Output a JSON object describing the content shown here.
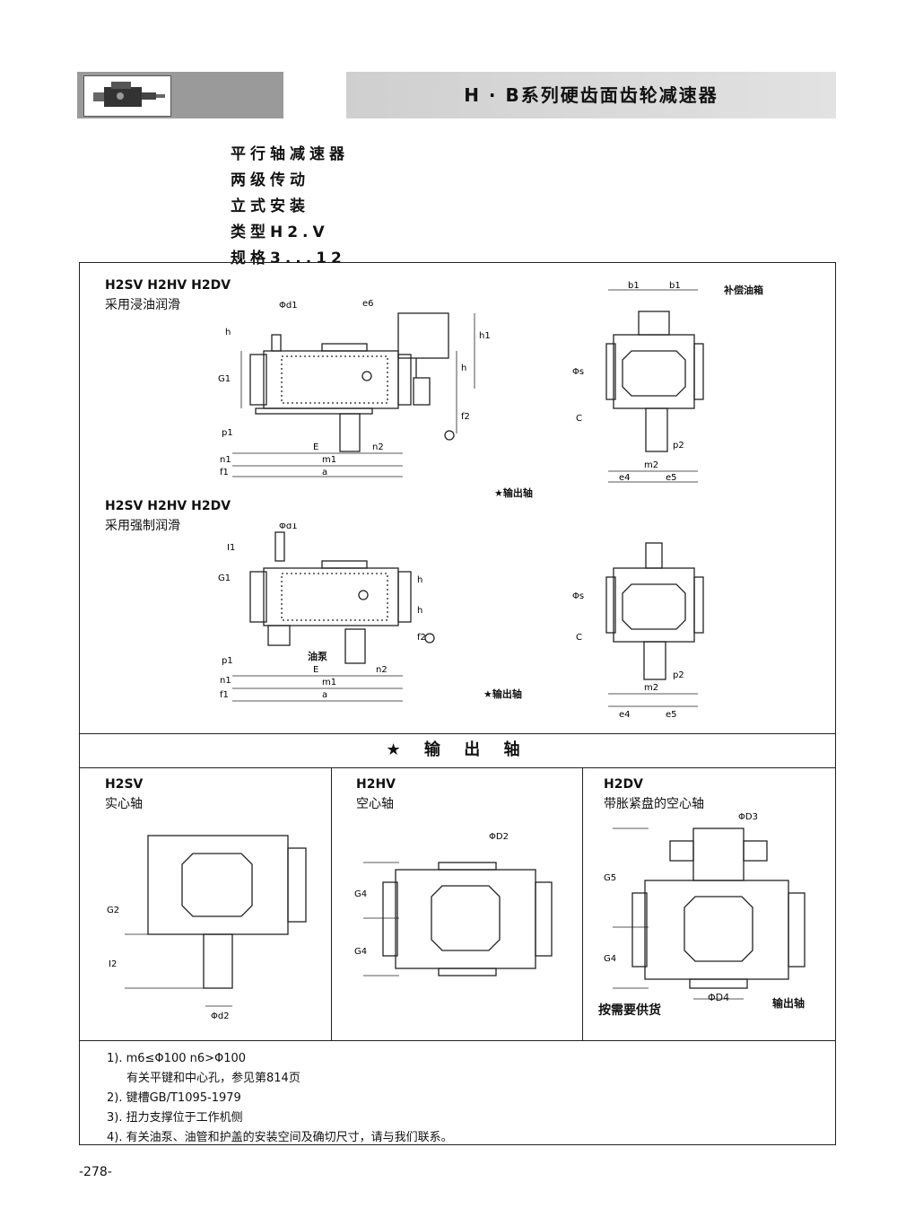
{
  "header": {
    "title": "H · B系列硬齿面齿轮减速器"
  },
  "subtitles": [
    "平行轴减速器",
    "两级传动",
    "立式安装",
    "类型H2.V",
    "规格3...12"
  ],
  "section1": {
    "models": "H2SV H2HV H2DV",
    "lubrication": "采用浸油润滑",
    "comp_tank": "补偿油箱",
    "output_shaft": "★输出轴"
  },
  "section2": {
    "models": "H2SV H2HV H2DV",
    "lubrication": "采用强制润滑",
    "oil_pump": "油泵",
    "output_shaft": "★输出轴"
  },
  "output_section": {
    "title": "★ 输 出 轴"
  },
  "variants": [
    {
      "model": "H2SV",
      "desc": "实心轴"
    },
    {
      "model": "H2HV",
      "desc": "空心轴"
    },
    {
      "model": "H2DV",
      "desc": "带胀紧盘的空心轴",
      "supply_note": "按需要供货",
      "output_label": "输出轴"
    }
  ],
  "dims": {
    "d1": "Φd1",
    "e6": "e6",
    "h": "h",
    "h1": "h1",
    "G1": "G1",
    "f2": "f2",
    "p1": "p1",
    "n1": "n1",
    "f1": "f1",
    "E": "E",
    "n2": "n2",
    "m1": "m1",
    "a": "a",
    "b1": "b1",
    "s": "Φs",
    "C": "C",
    "p2": "p2",
    "m2": "m2",
    "e4": "e4",
    "e5": "e5",
    "I1": "I1",
    "G2": "G2",
    "I2": "I2",
    "d2": "Φd2",
    "D2": "ΦD2",
    "G4": "G4",
    "D3": "ΦD3",
    "G5": "G5",
    "D4": "ΦD4"
  },
  "notes": [
    "1). m6≤Φ100  n6>Φ100",
    "有关平键和中心孔，参见第814页",
    "2). 键槽GB/T1095-1979",
    "3). 扭力支撑位于工作机侧",
    "4). 有关油泵、油管和护盖的安装空间及确切尺寸，请与我们联系。"
  ],
  "page_number": "-278-"
}
